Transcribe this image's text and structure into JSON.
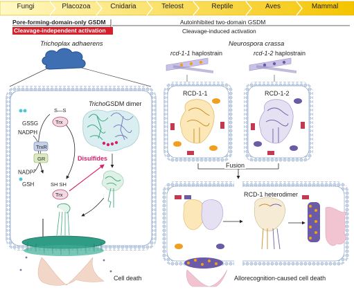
{
  "taxa": [
    "Fungi",
    "Placozoa",
    "Cnidaria",
    "Teleost",
    "Reptile",
    "Aves",
    "Mammal"
  ],
  "legend": {
    "pore_only": "Pore-forming-domain-only GSDM",
    "cleavage_independent": "Cleavage-independent activation",
    "autoinhibited": "Autoinhibited two-domain GSDM",
    "cleavage_induced": "Cleavage-induced activation"
  },
  "left_panel": {
    "organism": "Trichoplax adhaerens",
    "dimer_title_italic": "Tricho",
    "dimer_title_rest": "GSDM dimer",
    "gssg": "GSSG",
    "nadph": "NADPH",
    "trxr": "TrxR",
    "gr": "GR",
    "nadp": "NADP",
    "nadp_sup": "+",
    "gsh": "GSH",
    "trx": "Trx",
    "s_s": "S—S",
    "sh_sh": "SH SH",
    "disulfides": "Disulfides",
    "cell_death": "Cell death"
  },
  "right_panel": {
    "organism": "Neurospora crassa",
    "strain1_italic": "rcd-1-1",
    "strain1_rest": " haplostrain",
    "strain2_italic": "rcd-1-2",
    "strain2_rest": " haplostrain",
    "rcd11": "RCD-1-1",
    "rcd12": "RCD-1-2",
    "fusion": "Fusion",
    "heterodimer": "RCD-1 heterodimer",
    "allorecognition": "Allorecognition-caused cell death"
  },
  "colors": {
    "taxa_bar_start": "#fff7b0",
    "taxa_bar_end": "#f6c400",
    "cleavage_independent_bg": "#d6202c",
    "membrane": "#8fa7c9",
    "membrane_dot": "#c7d4e6",
    "rcd11": "#f2c94c",
    "rcd12": "#b9a9dc",
    "trichoGSDM_green": "#7fd3a8",
    "disulfide": "#d6206c",
    "purple_block": "#6b5aa6",
    "red_block": "#c23a4f",
    "orange_block": "#f0a020",
    "pore_teal": "#2f9c86",
    "cloud_blue": "#3f6fb3"
  }
}
